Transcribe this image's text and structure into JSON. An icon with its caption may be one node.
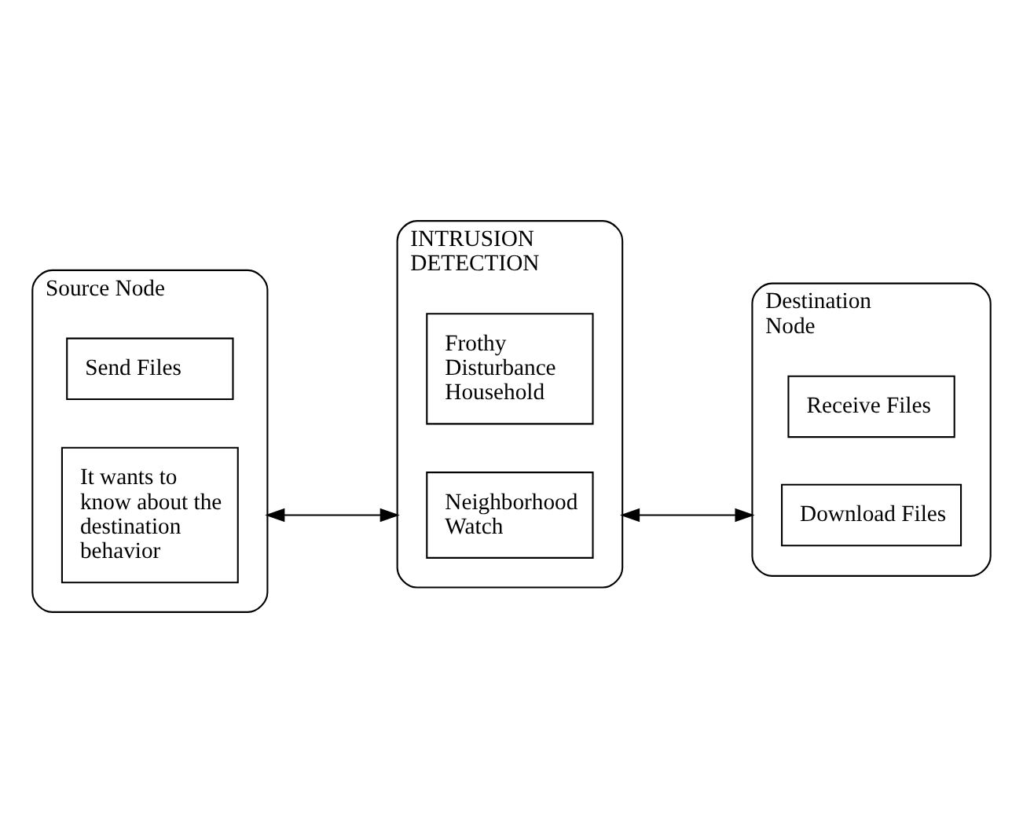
{
  "diagram": {
    "nodes": [
      {
        "text": [
          "Source Node"
        ]
      },
      {
        "text": [
          "Send Files"
        ],
        "in": 0
      },
      {
        "text": [
          "It wants to know about the destination behavior"
        ],
        "in": 0
      },
      {
        "text": [
          "INTRUSION DETECTION"
        ]
      },
      {
        "text": [
          "Frothy Disturbance Household"
        ],
        "in": 3
      },
      {
        "text": [
          "Neighborhood Watch"
        ],
        "in": 3
      },
      {
        "text": [
          "Destination Node"
        ]
      },
      {
        "text": [
          "Receive Files"
        ],
        "in": 6
      },
      {
        "text": [
          "Download Files"
        ],
        "in": 6
      }
    ],
    "edges": [
      {
        "from": 0,
        "to": 3,
        "arrow": "both"
      },
      {
        "from": 3,
        "to": 6,
        "arrow": "both"
      }
    ]
  }
}
